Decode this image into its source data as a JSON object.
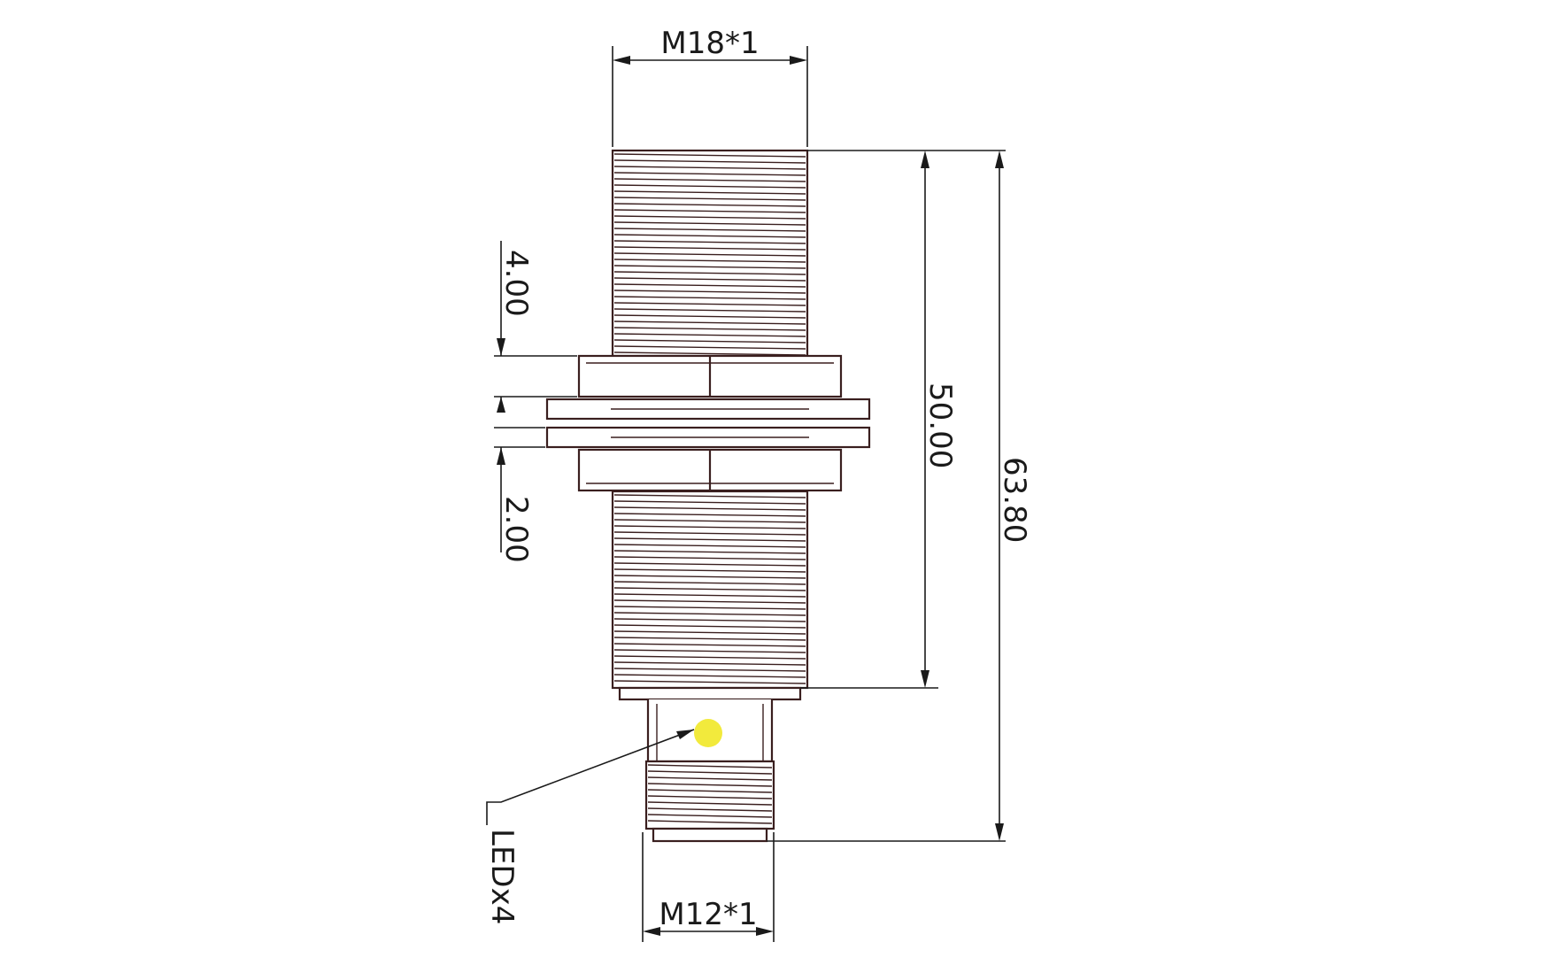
{
  "drawing": {
    "dimensions": {
      "thread_top": "M18*1",
      "thread_bottom": "M12*1",
      "nut_height": "4.00",
      "washer_thickness": "2.00",
      "threaded_length": "50.00",
      "overall_length": "63.80",
      "led_callout": "LEDx4"
    },
    "colors": {
      "outline": "#3a1f1f",
      "dimension": "#1a1a1a",
      "led": "#f2ea3c"
    }
  }
}
